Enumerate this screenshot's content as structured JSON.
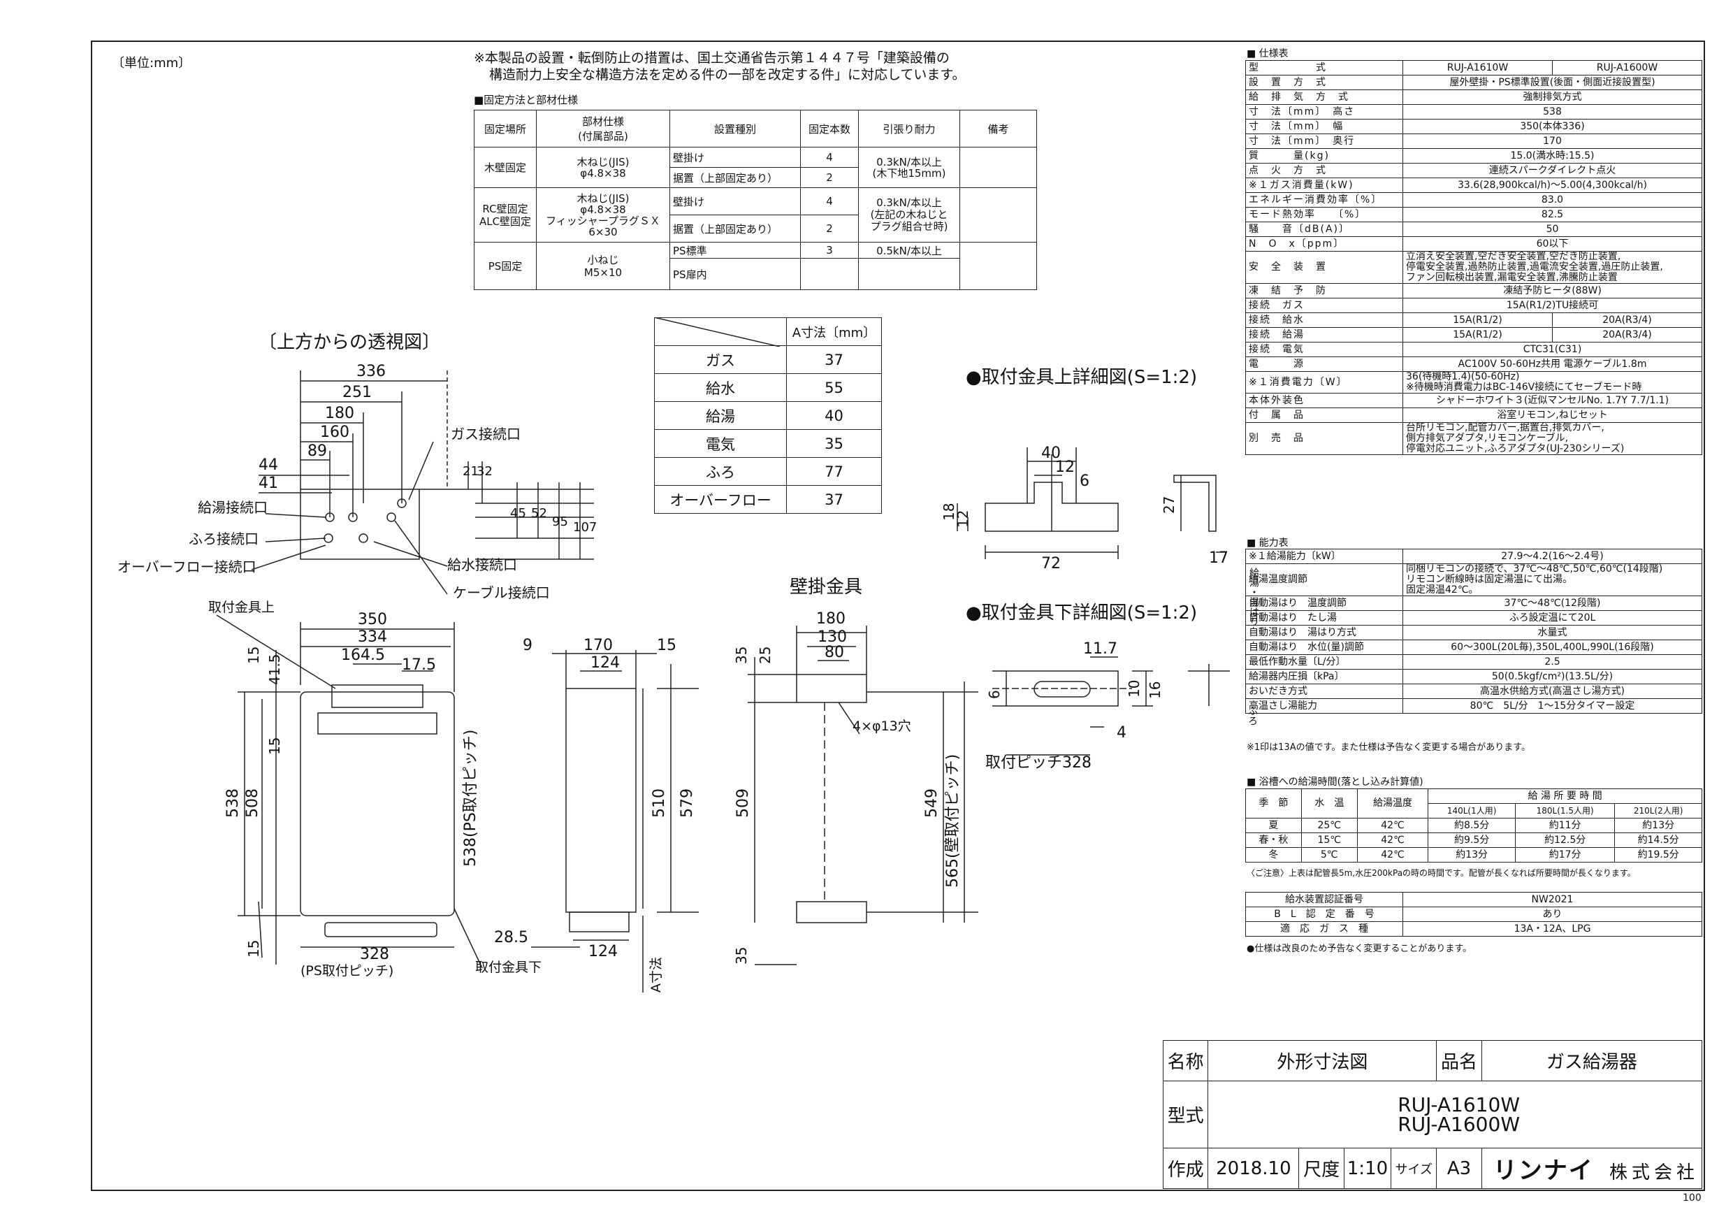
{
  "unit_note": "〔単位:mm〕",
  "compliance_note": [
    "※本製品の設置・転倒防止の措置は、国土交通省告示第１４４７号「建築設備の",
    "構造耐力上安全な構造方法を定める件の一部を改定する件」に対応しています。"
  ],
  "fix_section_title": "■固定方法と部材仕様",
  "fix_table": {
    "headers": [
      "固定場所",
      "部材仕様\n(付属部品)",
      "設置種別",
      "固定本数",
      "引張り耐力",
      "備考"
    ],
    "wood": {
      "place": "木壁固定",
      "part": "木ねじ(JIS)\nφ4.8×38",
      "rows": [
        [
          "壁掛け",
          "4"
        ],
        [
          "据置（上部固定あり）",
          "2"
        ]
      ],
      "strength": "0.3kN/本以上\n(木下地15mm)"
    },
    "rc": {
      "place": "RC壁固定\nALC壁固定",
      "part1": "木ねじ(JIS)\nφ4.8×38",
      "part2": "フィッシャープラグＳＸ\n6×30",
      "rows": [
        [
          "壁掛け",
          "4"
        ],
        [
          "据置（上部固定あり）",
          "2"
        ]
      ],
      "strength": "0.3kN/本以上\n(左記の木ねじと\nプラグ組合せ時)"
    },
    "ps": {
      "place": "PS固定",
      "part": "小ねじ\nM5×10",
      "rows": [
        [
          "PS標準",
          "3"
        ],
        [
          "PS扉内",
          ""
        ]
      ],
      "strength": "0.5kN/本以上"
    }
  },
  "adim_table": {
    "header": "A寸法〔mm〕",
    "rows": [
      [
        "ガス",
        "37"
      ],
      [
        "給水",
        "55"
      ],
      [
        "給湯",
        "40"
      ],
      [
        "電気",
        "35"
      ],
      [
        "ふろ",
        "77"
      ],
      [
        "オーバーフロー",
        "37"
      ]
    ]
  },
  "top_view": {
    "title": "〔上方からの透視図〕",
    "dims": [
      "336",
      "251",
      "180",
      "160",
      "89",
      "44",
      "41",
      "21",
      "32",
      "45",
      "52",
      "95",
      "107"
    ],
    "labels": [
      "ガス接続口",
      "給湯接続口",
      "ふろ接続口",
      "オーバーフロー接続口",
      "給水接続口",
      "ケーブル接続口"
    ]
  },
  "front_view": {
    "dims": [
      "350",
      "334",
      "164.5",
      "17.5",
      "15",
      "41.5",
      "15",
      "538",
      "508",
      "538(PS取付ピッチ)",
      "15",
      "328"
    ],
    "labels": [
      "取付金具上",
      "(PS取付ピッチ)",
      "取付金具下"
    ]
  },
  "side_view": {
    "dims": [
      "9",
      "170",
      "15",
      "124",
      "510",
      "579",
      "28.5",
      "124"
    ],
    "label": "A寸法"
  },
  "bracket_view": {
    "title": "壁掛金具",
    "dims": [
      "180",
      "130",
      "80",
      "35",
      "25",
      "4×φ13穴",
      "509",
      "549",
      "565(壁取付ピッチ)",
      "35"
    ]
  },
  "upper_detail": {
    "title": "●取付金具上詳細図(S=1:2)",
    "dims": [
      "40",
      "12",
      "6",
      "18",
      "12",
      "72",
      "27",
      "17"
    ]
  },
  "lower_detail": {
    "title": "●取付金具下詳細図(S=1:2)",
    "dims": [
      "11.7",
      "6",
      "10",
      "16",
      "4",
      "取付ピッチ328"
    ]
  },
  "spec": {
    "title": "■ 仕様表",
    "rows": [
      [
        "型　　　　　式",
        "RUJ-A1610W",
        "RUJ-A1600W"
      ],
      [
        "設　置　方　式",
        "屋外壁掛・PS標準設置(後面・側面近接設置型)"
      ],
      [
        "給　排　気　方　式",
        "強制排気方式"
      ],
      [
        "寸　法〔mm〕　高さ",
        "538"
      ],
      [
        "寸　法〔mm〕　幅",
        "350(本体336)"
      ],
      [
        "寸　法〔mm〕　奥行",
        "170"
      ],
      [
        "質　　　量(kg)",
        "15.0(満水時:15.5)"
      ],
      [
        "点　火　方　式",
        "連続スパークダイレクト点火"
      ],
      [
        "※１ガス消費量(kW)",
        "33.6(28,900kcal/h)〜5.00(4,300kcal/h)"
      ],
      [
        "エネルギー消費効率〔%〕",
        "83.0"
      ],
      [
        "モード熱効率　　〔%〕",
        "82.5"
      ],
      [
        "騒　　音〔dB(A)〕",
        "50"
      ],
      [
        "N　O　x〔ppm〕",
        "60以下"
      ],
      [
        "安　全　装　置",
        "立消え安全装置,空だき安全装置,空だき防止装置,\n停電安全装置,過熱防止装置,過電流安全装置,過圧防止装置,\nファン回転検出装置,漏電安全装置,沸騰防止装置"
      ],
      [
        "凍　結　予　防",
        "凍結予防ヒータ(88W)"
      ],
      [
        "接続　ガス",
        "15A(R1/2)TU接続可"
      ],
      [
        "接続　給水",
        "15A(R1/2)",
        "20A(R3/4)"
      ],
      [
        "接続　給湯",
        "15A(R1/2)",
        "20A(R3/4)"
      ],
      [
        "接続　電気",
        "CTC31(C31)"
      ],
      [
        "電　　　源",
        "AC100V 50-60Hz共用 電源ケーブル1.8m"
      ],
      [
        "※１消費電力〔W〕",
        "36(待機時1.4)(50-60Hz)\n※待機時消費電力はBC-146V接続にてセーブモード時"
      ],
      [
        "本体外装色",
        "シャドーホワイト３(近似マンセルNo. 1.7Y 7.7/1.1)"
      ],
      [
        "付　属　品",
        "浴室リモコン,ねじセット"
      ],
      [
        "別　売　品",
        "台所リモコン,配管カバー,据置台,排気カバー,\n側方排気アダプタ,リモコンケーブル,\n停電対応ユニット,ふろアダプタ(UJ-230シリーズ)"
      ]
    ]
  },
  "capability": {
    "title": "■ 能力表",
    "rows": [
      [
        "※１給湯能力〔kW〕",
        "27.9〜4.2(16〜2.4号)"
      ],
      [
        "給湯温度調節",
        "同梱リモコンの接続で、37℃〜48℃,50℃,60℃(14段階)\nリモコン断線時は固定湯温にて出湯。\n固定湯温42℃。"
      ],
      [
        "自動湯はり　温度調節",
        "37℃〜48℃(12段階)"
      ],
      [
        "自動湯はり　たし湯",
        "ふろ設定温にて20L"
      ],
      [
        "自動湯はり　湯はり方式",
        "水量式"
      ],
      [
        "自動湯はり　水位(量)調節",
        "60〜300L(20L毎),350L,400L,990L(16段階)"
      ],
      [
        "最低作動水量〔L/分〕",
        "2.5"
      ],
      [
        "給湯器内圧損〔kPa〕",
        "50(0.5kgf/cm²)(13.5L/分)"
      ],
      [
        "おいだき方式",
        "高温水供給方式(高温さし湯方式)"
      ],
      [
        "高温さし湯能力",
        "80℃　5L/分　1〜15分タイマー設定"
      ]
    ],
    "side_labels": [
      "給湯・湯はり",
      "ふろ"
    ],
    "note": "※1印は13Aの値です。また仕様は予告なく変更する場合があります。"
  },
  "bath": {
    "title": "■ 浴槽への給湯時間(落とし込み計算値)",
    "headers": [
      "季　節",
      "水　温",
      "給湯温度",
      "給 湯 所 要 時 間"
    ],
    "sub": [
      "140L(1人用)",
      "180L(1.5人用)",
      "210L(2人用)"
    ],
    "rows": [
      [
        "夏",
        "25℃",
        "42℃",
        "約8.5分",
        "約11分",
        "約13分"
      ],
      [
        "春・秋",
        "15℃",
        "42℃",
        "約9.5分",
        "約12.5分",
        "約14.5分"
      ],
      [
        "冬",
        "5℃",
        "42℃",
        "約13分",
        "約17分",
        "約19.5分"
      ]
    ],
    "note": "〈ご注意〉上表は配管長5m,水圧200kPaの時の時間です。配管が長くなれば所要時間が長くなります。"
  },
  "cert": {
    "rows": [
      [
        "給水装置認証番号",
        "NW2021"
      ],
      [
        "B　L　認　定　番　号",
        "あり"
      ],
      [
        "適　応　ガ　ス　種",
        "13A・12A、LPG"
      ]
    ],
    "note": "●仕様は改良のため予告なく変更することがあります。"
  },
  "title_block": {
    "name_label": "名称",
    "name": "外形寸法図",
    "product_label": "品名",
    "product": "ガス給湯器",
    "model_label": "型式",
    "models": [
      "RUJ-A1610W",
      "RUJ-A1600W"
    ],
    "made_label": "作成",
    "date": "2018.10",
    "scale_label": "尺度",
    "scale": "1:10",
    "size_label": "サイズ",
    "size": "A3",
    "company": "リンナイ",
    "company_suffix": "株式会社"
  },
  "page_no": "100"
}
